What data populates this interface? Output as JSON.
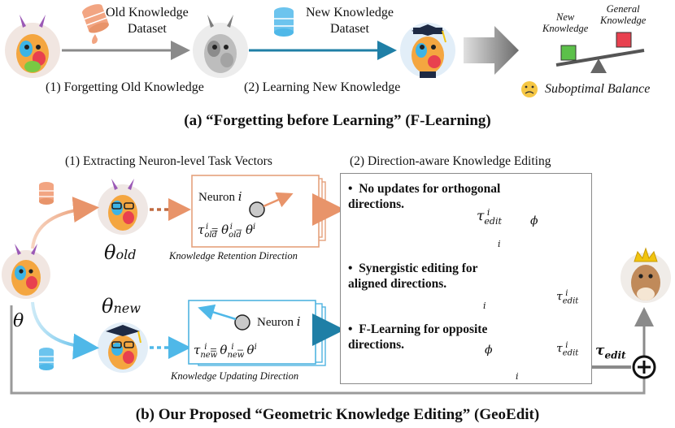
{
  "top": {
    "old_dataset_label": "Old Knowledge\nDataset",
    "new_dataset_label": "New Knowledge\nDataset",
    "step1": "(1) Forgetting Old Knowledge",
    "step2": "(2) Learning New Knowledge",
    "balance_new": "New\nKnowledge",
    "balance_general": "General\nKnowledge",
    "suboptimal": "Suboptimal Balance",
    "caption": "(a) “Forgetting before Learning” (F-Learning)"
  },
  "bottom": {
    "section1_title": "(1) Extracting Neuron-level Task Vectors",
    "section2_title": "(2) Direction-aware Knowledge Editing",
    "theta": "θ",
    "theta_old": "θ",
    "theta_old_sub": "old",
    "theta_new": "θ",
    "theta_new_sub": "new",
    "neuron_label": "Neuron",
    "neuron_index": "i",
    "tau_old_formula": "τ",
    "retention_caption": "Knowledge Retention Direction",
    "updating_caption": "Knowledge Updating Direction",
    "bullet1": "No updates for orthogonal\ndirections.",
    "bullet2": "Synergistic editing for\naligned directions.",
    "bullet3": "F-Learning for opposite\ndirections.",
    "phi": "ϕ",
    "tau_edit": "τ",
    "edit_sub": "edit",
    "edit_sup": "i",
    "tau_edit_bold": "τ",
    "caption": "(b) Our Proposed “Geometric Knowledge Editing” (GeoEdit)"
  },
  "colors": {
    "orange": "#e8946a",
    "blue": "#4fb8e8",
    "teal": "#1f7fa6",
    "gray_arrow": "#7b7b7b",
    "red_x": "#e0212a",
    "green_box": "#5cc04a",
    "red_box": "#e8414f"
  },
  "icons": [
    "database-icon",
    "llama-icon",
    "scale-icon",
    "sad-face-icon",
    "plus-circle-icon",
    "cross-icon"
  ]
}
